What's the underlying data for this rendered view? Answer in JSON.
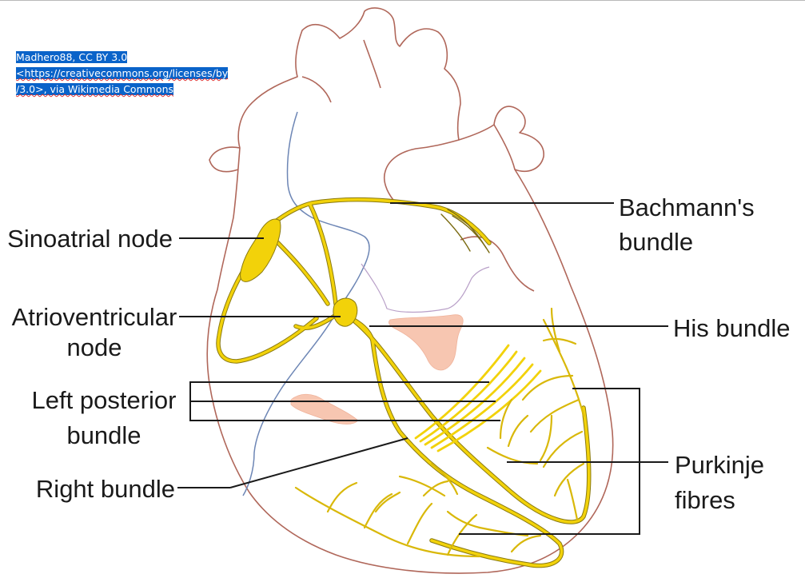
{
  "attribution": {
    "line1": "Madhero88, CC BY 3.0",
    "line2": "<https://creativecommons.org/licenses/by",
    "line3": "/3.0>, via Wikimedia Commons"
  },
  "labels": {
    "sinoatrial_node": "Sinoatrial node",
    "atrioventricular_node_1": "Atrioventricular",
    "atrioventricular_node_2": "node",
    "left_posterior_bundle_1": "Left posterior",
    "left_posterior_bundle_2": "bundle",
    "right_bundle": "Right bundle",
    "bachmanns_bundle_1": "Bachmann's",
    "bachmanns_bundle_2": "bundle",
    "his_bundle": "His bundle",
    "purkinje_fibres_1": "Purkinje",
    "purkinje_fibres_2": "fibres"
  },
  "colors": {
    "heart_outline": "#b0675a",
    "conduction_pathway": "#f2d20a",
    "pathway_edge": "#8a7a10",
    "vein": "#6d86b5",
    "valve_tissue": "#f7c6b1",
    "septum_outline": "#b9a0c8",
    "leader_line": "#1a1a1a"
  }
}
